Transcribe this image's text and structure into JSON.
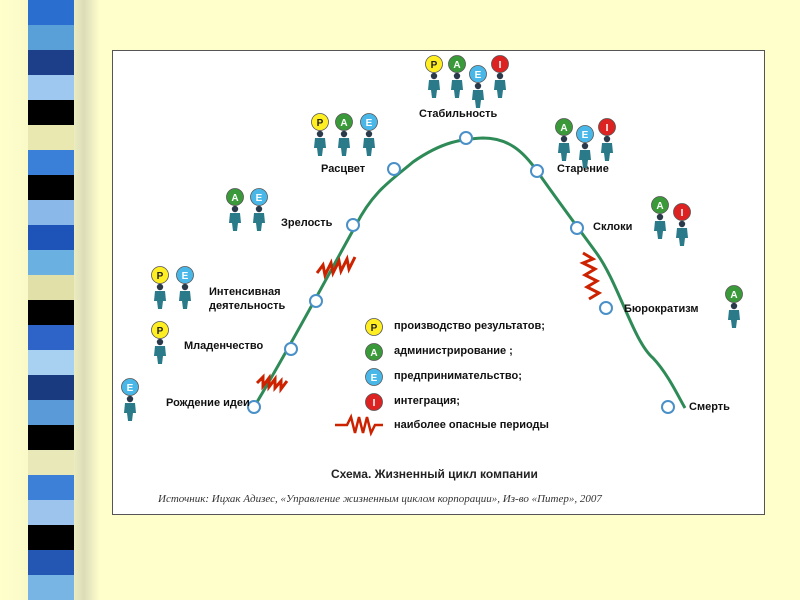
{
  "colors": {
    "background": "#ffffcc",
    "curve": "#2e8b57",
    "danger": "#cc2200",
    "node_fill": "#ffffff",
    "node_stroke": "#4a90c8",
    "P": "#ffee22",
    "A": "#3a9a3a",
    "E": "#49b8e8",
    "I": "#dd2222"
  },
  "stages": {
    "birth": "Рождение идеи",
    "infancy": "Младенчество",
    "gogo": "Интенсивная деятельность",
    "adolescence": "Зрелость",
    "prime": "Расцвет",
    "stable": "Стабильность",
    "aging": "Старение",
    "quarrels": "Склоки",
    "bureaucracy": "Бюрократизм",
    "death": "Смерть"
  },
  "legend": {
    "P": "производство результатов;",
    "A": "администрирование ;",
    "E": "предпринимательство;",
    "I": "интеграция;",
    "danger": "наиболее опасные периоды"
  },
  "letters": {
    "P": "P",
    "A": "A",
    "E": "E",
    "I": "I"
  },
  "title": "Схема. Жизненный цикл компании",
  "source": "Источник: Ицхак Адизес, «Управление жизненным циклом корпорации», Из-во «Питер», 2007",
  "stripe_colors": [
    "#2a6fd0",
    "#5aa0d8",
    "#1d3f8a",
    "#9ec8f0",
    "#000000",
    "#e8e8b0",
    "#3a7fd8",
    "#000000",
    "#8ab8e8",
    "#1e54b8",
    "#6ab0e0",
    "#e0e0a8",
    "#000000",
    "#2e64c8",
    "#a8d0f0",
    "#1a3a80",
    "#5a9ad8",
    "#000000",
    "#e8e8b8",
    "#3c80d8",
    "#9cc4ec",
    "#000000",
    "#2456b4",
    "#78b4e4"
  ]
}
